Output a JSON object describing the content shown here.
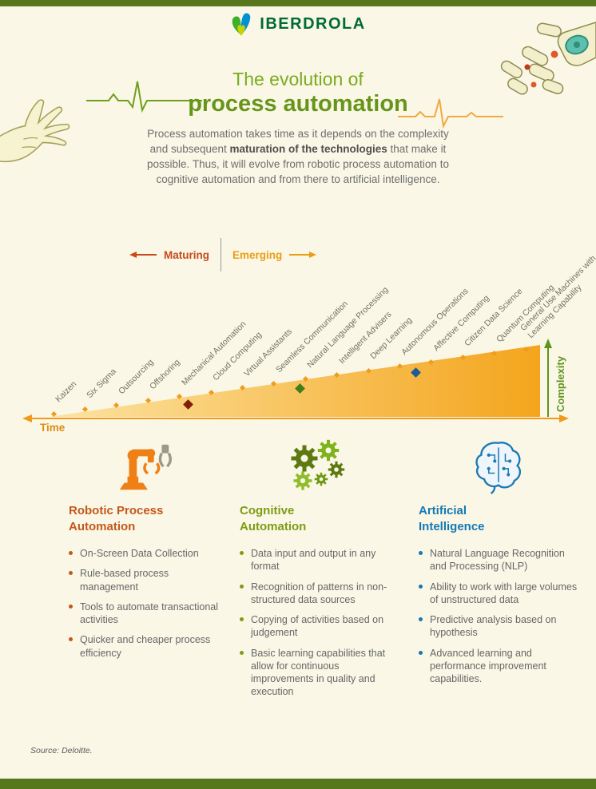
{
  "page": {
    "background_color": "#faf7e7",
    "bar_color": "#56771c"
  },
  "brand": {
    "name": "IBERDROLA"
  },
  "header": {
    "title_line1": "The evolution of",
    "title_line2": "process automation"
  },
  "intro": {
    "text_pre": "Process automation takes time as it depends on the complexity and subsequent ",
    "text_bold": "maturation of the technologies",
    "text_post": " that make it possible. Thus, it will evolve from robotic process automation to cognitive automation and from there to artificial intelligence."
  },
  "legend": {
    "maturing_label": "Maturing",
    "emerging_label": "Emerging",
    "maturing_color": "#c8491a",
    "emerging_color": "#eb9d15"
  },
  "chart_data": {
    "type": "area",
    "title": "",
    "xlabel": "Time",
    "ylabel": "Complexity",
    "categories": [
      "Kaizen",
      "Six Sigma",
      "Outsourcing",
      "Offshoring",
      "Mechanical Automation",
      "Cloud Computing",
      "Virtual Assistants",
      "Seamless Communication",
      "Natural Language Processing",
      "Intelligent Advisers",
      "Deep Learning",
      "Autonomous Operations",
      "Affective Computing",
      "Citizen Data Science",
      "Quantum Computing",
      "General Use Machines with\nLearning Capability"
    ],
    "values": [
      1,
      2,
      3,
      4,
      5,
      6,
      7,
      8,
      9,
      10,
      11,
      12,
      13,
      14,
      15,
      16
    ],
    "area_gradient": [
      "#fce3a2",
      "#f4a51d"
    ],
    "axis_color_time": "#f09a18",
    "axis_color_complexity": "#5f941d",
    "phase_markers": [
      {
        "phase": "Robotic Process Automation",
        "color": "#7e2007",
        "t": 0.283
      },
      {
        "phase": "Cognitive Automation",
        "color": "#3f7e1b",
        "t": 0.511
      },
      {
        "phase": "Artificial Intelligence",
        "color": "#1c5d95",
        "t": 0.747
      }
    ]
  },
  "columns": [
    {
      "icon": "robot-arm",
      "accent": "#c4581a",
      "title": "Robotic Process\nAutomation",
      "items": [
        "On-Screen Data Collection",
        "Rule-based process management",
        "Tools to automate transactional activities",
        "Quicker and cheaper process efficiency"
      ]
    },
    {
      "icon": "gears",
      "accent": "#7d9c15",
      "title": "Cognitive\nAutomation",
      "items": [
        "Data input and output in any format",
        "Recognition of patterns in non-structured data sources",
        "Copying of activities based on judgement",
        "Basic learning capabilities that allow for continuous improvements in quality and execution"
      ]
    },
    {
      "icon": "brain",
      "accent": "#1578b2",
      "title": "Artificial\nIntelligence",
      "items": [
        "Natural Language Recognition and Processing (NLP)",
        "Ability to work with large volumes of unstructured data",
        "Predictive analysis based on hypothesis",
        "Advanced learning and performance improvement capabilities."
      ]
    }
  ],
  "footer": {
    "source": "Source: Deloitte."
  }
}
